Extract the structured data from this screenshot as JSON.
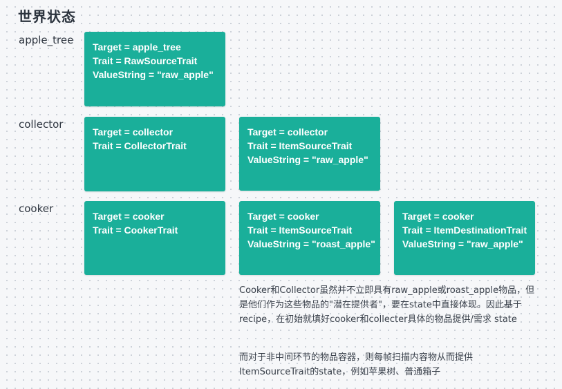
{
  "title": "世界状态",
  "rows": [
    {
      "label": "apple_tree",
      "cards": [
        [
          "Target = apple_tree",
          "Trait = RawSourceTrait",
          "ValueString = \"raw_apple\""
        ]
      ]
    },
    {
      "label": "collector",
      "cards": [
        [
          "Target = collector",
          "Trait = CollectorTrait"
        ],
        [
          "Target = collector",
          "Trait = ItemSourceTrait",
          "ValueString = \"raw_apple\""
        ]
      ]
    },
    {
      "label": "cooker",
      "cards": [
        [
          "Target = cooker",
          "Trait = CookerTrait"
        ],
        [
          "Target = cooker",
          "Trait = ItemSourceTrait",
          "ValueString = \"roast_apple\""
        ],
        [
          "Target = cooker",
          "Trait = ItemDestinationTrait",
          "ValueString = \"raw_apple\""
        ]
      ]
    }
  ],
  "notes": [
    "Cooker和Collector虽然并不立即具有raw_apple或roast_apple物品，但是他们作为这些物品的\"潜在提供者\"，要在state中直接体现。因此基于recipe，在初始就填好cooker和collecter具体的物品提供/需求 state",
    "而对于非中间环节的物品容器，则每帧扫描内容物从而提供ItemSourceTrait的state，例如苹果树、普通箱子"
  ]
}
